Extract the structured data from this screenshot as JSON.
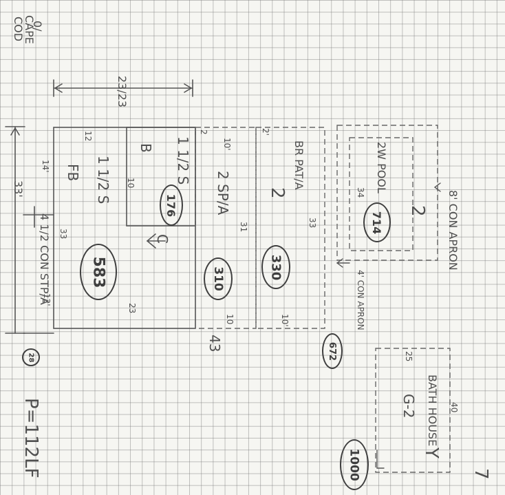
{
  "sheet": {
    "corner_mark": "7",
    "footer_note": "P=112LF",
    "title_lines": [
      "CAPE",
      "COD"
    ],
    "title_prefix": "0/"
  },
  "dimensions": {
    "top_span": "23/23",
    "left_span": "33'",
    "depth_12": "12",
    "depth_14": "14'",
    "right_23": "23",
    "bottom_33": "33",
    "bottom_12": "12'",
    "b_10": "10",
    "b_2": "2",
    "spa_10_top": "10'",
    "spa_31": "31",
    "spa_10_bottom": "10",
    "bottom_43": "43",
    "patio_2": "2'",
    "patio_33": "33",
    "patio_10": "10'",
    "pool_34": "34",
    "bath_25": "25",
    "bath_40": "40"
  },
  "labels": {
    "fb_story": "1 1/2 S",
    "fb_code": "FB",
    "b_story": "1 1/2 S",
    "b_code": "B",
    "arrow_c": "C",
    "spa_label": "2 SP/A",
    "patio_label": "BR PAT/A",
    "patio_mark": "2",
    "pool_label": "2W POOL",
    "pool_mark": "2",
    "con_apron_8": "8' CON APRON",
    "con_apron_4": "4' CON APRON",
    "con_stpa": "4 1/2 CON STP/A",
    "bath_label": "BATH HOUSE",
    "bath_code": "G-2",
    "bath_mark": "Y"
  },
  "areas": {
    "fb": "583",
    "b": "176",
    "spa": "310",
    "patio": "330",
    "pool": "714",
    "apron": "672",
    "stpa": "28",
    "bath": "1000"
  }
}
